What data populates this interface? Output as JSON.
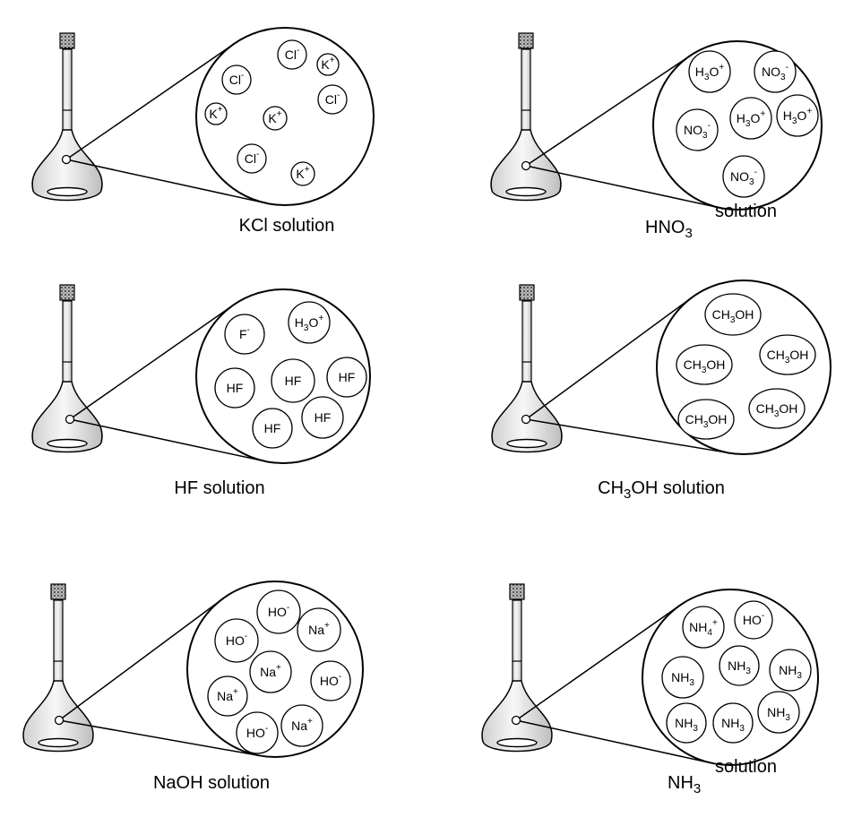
{
  "panels": [
    {
      "id": "kcl",
      "caption": [
        {
          "text": "KCl solution"
        }
      ],
      "particles": [
        {
          "base": "Cl",
          "charge": "-"
        },
        {
          "base": "K",
          "charge": "+"
        },
        {
          "base": "Cl",
          "charge": "-"
        },
        {
          "base": "Cl",
          "charge": "-"
        },
        {
          "base": "K",
          "charge": "+"
        },
        {
          "base": "K",
          "charge": "+"
        },
        {
          "base": "Cl",
          "charge": "-"
        },
        {
          "base": "K",
          "charge": "+"
        }
      ]
    },
    {
      "id": "hno3",
      "caption": [
        {
          "text": "HNO"
        },
        {
          "sub": "3"
        }
      ],
      "caption_extra": "solution",
      "particles": [
        {
          "base": "H",
          "sub": "3",
          "tail": "O",
          "charge": "+"
        },
        {
          "base": "NO",
          "sub": "3",
          "charge": "-"
        },
        {
          "base": "NO",
          "sub": "3",
          "charge": "-"
        },
        {
          "base": "H",
          "sub": "3",
          "tail": "O",
          "charge": "+"
        },
        {
          "base": "H",
          "sub": "3",
          "tail": "O",
          "charge": "+"
        },
        {
          "base": "NO",
          "sub": "3",
          "charge": "-"
        }
      ]
    },
    {
      "id": "hf",
      "caption": [
        {
          "text": "HF solution"
        }
      ],
      "particles": [
        {
          "base": "F",
          "charge": "-"
        },
        {
          "base": "H",
          "sub": "3",
          "tail": "O",
          "charge": "+"
        },
        {
          "base": "HF"
        },
        {
          "base": "HF"
        },
        {
          "base": "HF"
        },
        {
          "base": "HF"
        },
        {
          "base": "HF"
        }
      ]
    },
    {
      "id": "ch3oh",
      "caption": [
        {
          "text": "CH"
        },
        {
          "sub": "3"
        },
        {
          "text": "OH solution"
        }
      ],
      "particles": [
        {
          "base": "CH",
          "sub": "3",
          "tail": "OH"
        },
        {
          "base": "CH",
          "sub": "3",
          "tail": "OH"
        },
        {
          "base": "CH",
          "sub": "3",
          "tail": "OH"
        },
        {
          "base": "CH",
          "sub": "3",
          "tail": "OH"
        },
        {
          "base": "CH",
          "sub": "3",
          "tail": "OH"
        }
      ]
    },
    {
      "id": "naoh",
      "caption": [
        {
          "text": "NaOH solution"
        }
      ],
      "particles": [
        {
          "base": "HO",
          "charge": "-"
        },
        {
          "base": "HO",
          "charge": "-"
        },
        {
          "base": "Na",
          "charge": "+"
        },
        {
          "base": "Na",
          "charge": "+"
        },
        {
          "base": "HO",
          "charge": "-"
        },
        {
          "base": "Na",
          "charge": "+"
        },
        {
          "base": "HO",
          "charge": "-"
        },
        {
          "base": "Na",
          "charge": "+"
        }
      ]
    },
    {
      "id": "nh3",
      "caption": [
        {
          "text": "NH"
        },
        {
          "sub": "3"
        }
      ],
      "caption_extra": "solution",
      "particles": [
        {
          "base": "NH",
          "sub": "4",
          "charge": "+"
        },
        {
          "base": "HO",
          "charge": "-"
        },
        {
          "base": "NH",
          "sub": "3"
        },
        {
          "base": "NH",
          "sub": "3"
        },
        {
          "base": "NH",
          "sub": "3"
        },
        {
          "base": "NH",
          "sub": "3"
        },
        {
          "base": "NH",
          "sub": "3"
        },
        {
          "base": "NH",
          "sub": "3"
        }
      ]
    }
  ]
}
